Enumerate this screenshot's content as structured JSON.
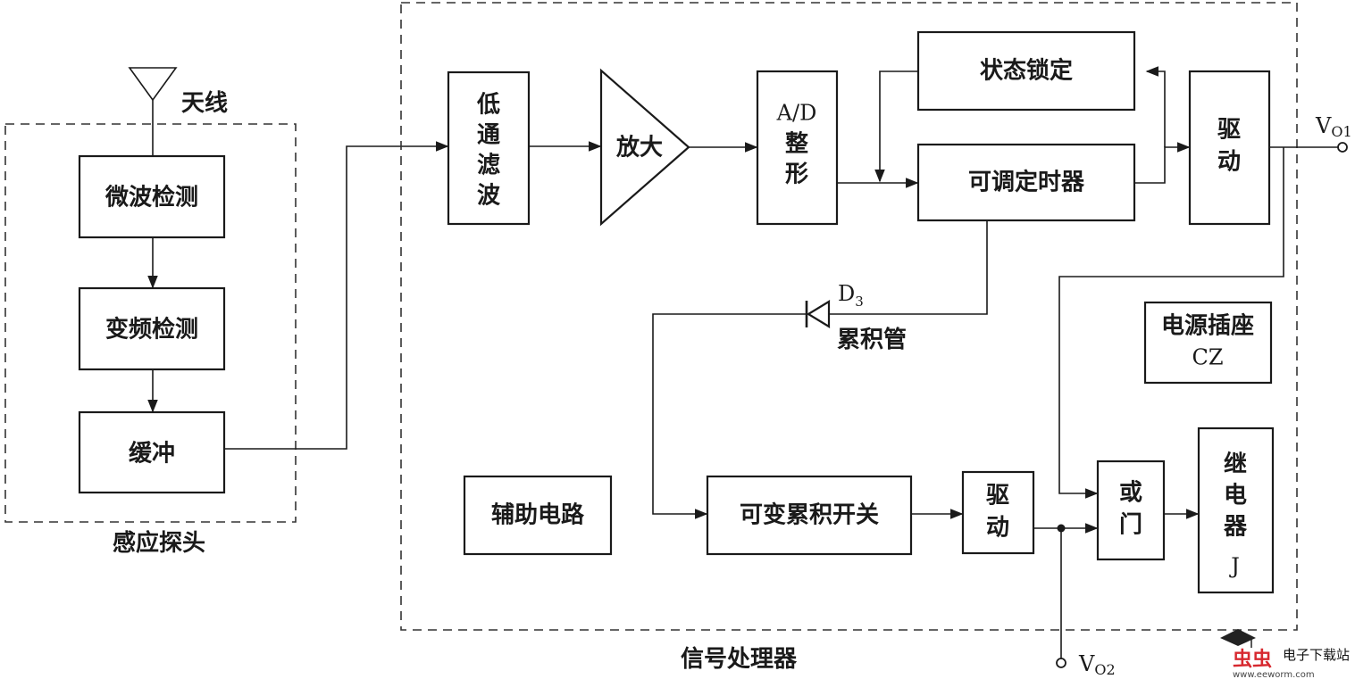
{
  "probe": {
    "antenna_label": "天线",
    "blocks": [
      "微波检测",
      "变频检测",
      "缓冲"
    ],
    "caption": "感应探头"
  },
  "processor": {
    "caption": "信号处理器",
    "lowpass": [
      "低",
      "通",
      "滤",
      "波"
    ],
    "amp": "放大",
    "adc": [
      "A/D",
      "整",
      "形"
    ],
    "state_lock": "状态锁定",
    "timer": "可调定时器",
    "driver_top": [
      "驱",
      "动"
    ],
    "diode_ref": "D",
    "diode_sub": "3",
    "diode_label": "累积管",
    "power_socket": [
      "电源插座",
      "CZ"
    ],
    "aux": "辅助电路",
    "var_switch": "可变累积开关",
    "driver_bottom": [
      "驱",
      "动"
    ],
    "or_gate": [
      "或",
      "门"
    ],
    "relay": [
      "继",
      "电",
      "器",
      "J"
    ]
  },
  "outputs": {
    "vo1_main": "V",
    "vo1_sub": "O1",
    "vo2_main": "V",
    "vo2_sub": "O2"
  },
  "watermark": {
    "brand": "电子下载站",
    "url": "www.eeworm.com"
  }
}
